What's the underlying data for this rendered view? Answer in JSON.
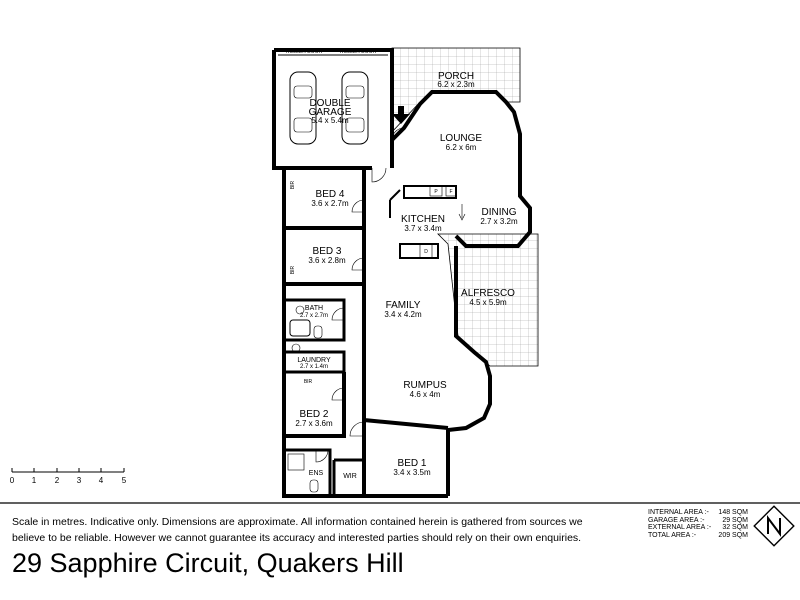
{
  "rooms": [
    {
      "name": "DOUBLE",
      "name2": "GARAGE",
      "dim": "5.4 x 5.4m"
    },
    {
      "name": "PORCH",
      "dim": "6.2 x 2.3m"
    },
    {
      "name": "LOUNGE",
      "dim": "6.2 x 6m"
    },
    {
      "name": "DINING",
      "dim": "2.7 x 3.2m"
    },
    {
      "name": "KITCHEN",
      "dim": "3.7 x 3.4m"
    },
    {
      "name": "BED 4",
      "dim": "3.6 x 2.7m"
    },
    {
      "name": "BED 3",
      "dim": "3.6 x 2.8m"
    },
    {
      "name": "ALFRESCO",
      "dim": "4.5 x 5.9m"
    },
    {
      "name": "FAMILY",
      "dim": "3.4 x 4.2m"
    },
    {
      "name": "BATH",
      "dim": "2.7 x 2.7m"
    },
    {
      "name": "LAUNDRY",
      "dim": "2.7 x 1.4m"
    },
    {
      "name": "RUMPUS",
      "dim": "4.6 x 4m"
    },
    {
      "name": "BED 2",
      "dim": "2.7 x 3.6m"
    },
    {
      "name": "BED 1",
      "dim": "3.4 x 3.5m"
    }
  ],
  "small_labels": {
    "roller_door_1": "ROLLER DOOR",
    "roller_door_2": "ROLLER DOOR",
    "bir_1": "BIR",
    "bir_2": "BIR",
    "bir_3": "BIR",
    "ens": "ENS",
    "wir": "WIR",
    "pantry": "P",
    "fridge": "F",
    "dishwasher": "D"
  },
  "scale": {
    "ticks": [
      "0",
      "1",
      "2",
      "3",
      "4",
      "5"
    ]
  },
  "disclaimer": {
    "line1": "Scale in metres. Indicative only. Dimensions are approximate.  All information contained herein is gathered from sources we",
    "line2": "believe to be reliable. However we cannot guarantee its accuracy and interested parties should rely on their own enquiries."
  },
  "areas": [
    {
      "label": "INTERNAL AREA :-",
      "value": "148 SQM"
    },
    {
      "label": "GARAGE AREA :-",
      "value": "29 SQM"
    },
    {
      "label": "EXTERNAL AREA :-",
      "value": "32 SQM"
    },
    {
      "label": "TOTAL AREA :-",
      "value": "209 SQM"
    }
  ],
  "logo": "N",
  "address": "29 Sapphire Circuit, Quakers Hill"
}
